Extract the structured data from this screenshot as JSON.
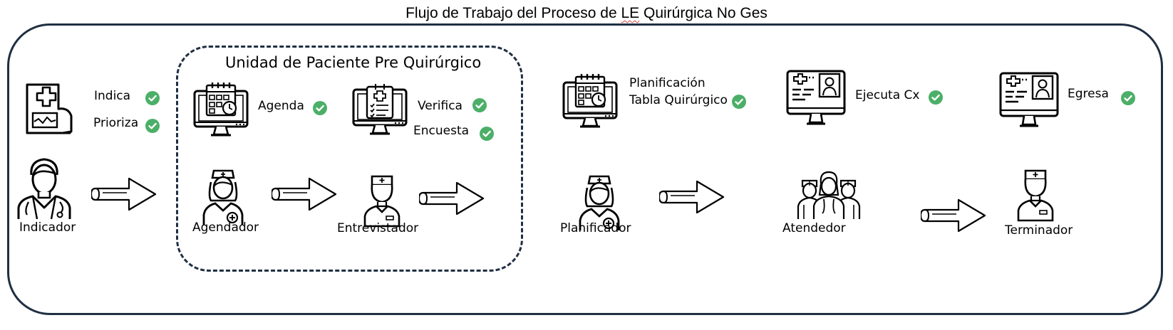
{
  "title_text": "Flujo de Trabajo del Proceso de ",
  "title_squiggle": "LE",
  "title_tail": " Quirúrgica No Ges",
  "check_color": "#4caf68",
  "frame_color": "#1f2f42",
  "unit_title": "Unidad de Paciente Pre Quirúrgico",
  "actions": {
    "indica": "Indica",
    "prioriza": "Prioriza",
    "agenda": "Agenda",
    "verifica": "Verifica",
    "encuesta": "Encuesta",
    "planificacion_1": "Planificación",
    "planificacion_2": "Tabla Quirúrgico",
    "ejecuta": "Ejecuta Cx",
    "egresa": "Egresa"
  },
  "roles": {
    "indicador": "Indicador",
    "agendador": "Agendador",
    "entrevistador": "Entrevistador",
    "planificador": "Planificador",
    "atendedor": "Atendedor",
    "terminador": "Terminador"
  },
  "icons": [
    "medical-document-icon",
    "calendar-monitor-icon",
    "checklist-monitor-icon",
    "patient-record-monitor-icon",
    "doctor-icon",
    "nurse-icon",
    "male-nurse-icon",
    "medical-team-icon",
    "arrow-right-icon",
    "check-icon"
  ]
}
